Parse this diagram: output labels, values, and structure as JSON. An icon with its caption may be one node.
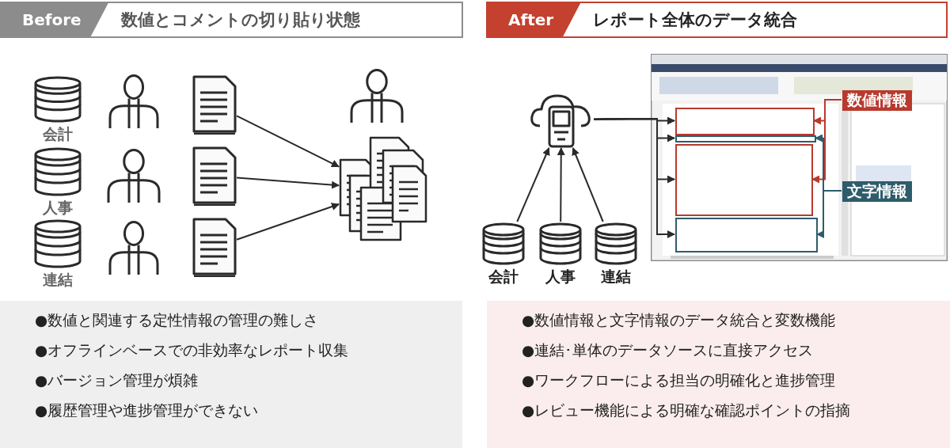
{
  "diagram": {
    "nodes": [
      {
        "text": [
          "Before",
          "数値とコメントの切り貼り状態"
        ]
      },
      {
        "text": [
          "会計"
        ]
      },
      {
        "text": [
          "人事"
        ]
      },
      {
        "text": [
          "連結"
        ]
      },
      {
        "text": [],
        "shape": "person"
      },
      {
        "text": [],
        "shape": "person"
      },
      {
        "text": [],
        "shape": "person"
      },
      {
        "text": [],
        "shape": "document"
      },
      {
        "text": [],
        "shape": "document"
      },
      {
        "text": [],
        "shape": "document"
      },
      {
        "text": [],
        "shape": "person"
      },
      {
        "text": [],
        "shape": "document"
      },
      {
        "text": [
          "After",
          "レポート全体のデータ統合"
        ]
      },
      {
        "text": [],
        "shape": "cloud"
      },
      {
        "text": [
          "会計"
        ]
      },
      {
        "text": [
          "人事"
        ]
      },
      {
        "text": [
          "連結"
        ]
      },
      {
        "text": [],
        "shape": "picture"
      },
      {
        "text": [],
        "shape": "box",
        "in": 17
      },
      {
        "text": [],
        "shape": "box",
        "in": 17
      },
      {
        "text": [],
        "shape": "box",
        "in": 17
      },
      {
        "text": [],
        "shape": "box",
        "in": 17
      },
      {
        "text": [
          "数値情報"
        ],
        "in": 17
      },
      {
        "text": [
          "文字情報"
        ],
        "in": 17
      },
      {
        "text": [
          "●数値と関連する定性情報の管理の難しさ",
          "●オフラインベースでの非効率なレポート収集",
          "●バージョン管理が煩雑",
          "●履歴管理や進捗管理ができない"
        ]
      },
      {
        "text": [
          "●数値情報と文字情報のデータ統合と変数機能",
          "●連結･単体のデータソースに直接アクセス",
          "●ワークフローによる担当の明確化と進捗管理",
          "●レビュー機能による明確な確認ポイントの指摘"
        ]
      }
    ],
    "edges": [
      {
        "from": 7,
        "to": 11,
        "arrow": "to"
      },
      {
        "from": 8,
        "to": 11,
        "arrow": "to"
      },
      {
        "from": 9,
        "to": 11,
        "arrow": "to"
      },
      {
        "from": 14,
        "to": 13,
        "arrow": "to"
      },
      {
        "from": 15,
        "to": 13,
        "arrow": "to"
      },
      {
        "from": 16,
        "to": 13,
        "arrow": "to"
      },
      {
        "from": 13,
        "to": 18,
        "arrow": "to"
      },
      {
        "from": 13,
        "to": 19,
        "arrow": "to"
      },
      {
        "from": 13,
        "to": 20,
        "arrow": "to"
      },
      {
        "from": 13,
        "to": 21,
        "arrow": "to"
      },
      {
        "from": 22,
        "to": 18,
        "arrow": "to",
        "color": "#b83a2e"
      },
      {
        "from": 22,
        "to": 20,
        "arrow": "to",
        "color": "#b83a2e"
      },
      {
        "from": 23,
        "to": 19,
        "arrow": "to",
        "color": "#2e5c6b"
      },
      {
        "from": 23,
        "to": 21,
        "arrow": "to",
        "color": "#2e5c6b"
      }
    ]
  }
}
